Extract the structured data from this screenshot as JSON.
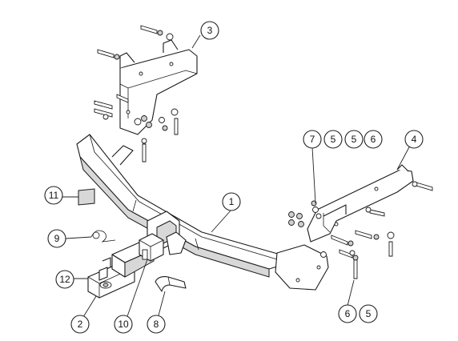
{
  "callouts": [
    {
      "id": "1",
      "label": "1"
    },
    {
      "id": "2",
      "label": "2"
    },
    {
      "id": "3",
      "label": "3"
    },
    {
      "id": "4",
      "label": "4"
    },
    {
      "id": "5a",
      "label": "5"
    },
    {
      "id": "5b",
      "label": "5"
    },
    {
      "id": "5c",
      "label": "5"
    },
    {
      "id": "6a",
      "label": "6"
    },
    {
      "id": "6b",
      "label": "6"
    },
    {
      "id": "7",
      "label": "7"
    },
    {
      "id": "8",
      "label": "8"
    },
    {
      "id": "9",
      "label": "9"
    },
    {
      "id": "10",
      "label": "10"
    },
    {
      "id": "11",
      "label": "11"
    },
    {
      "id": "12",
      "label": "12"
    }
  ]
}
